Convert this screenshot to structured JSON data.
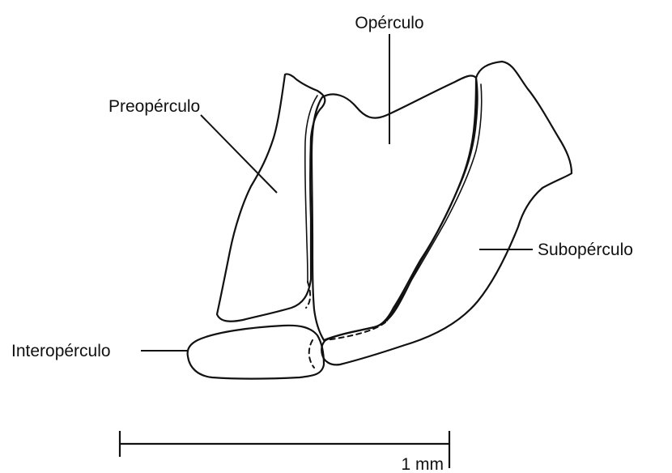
{
  "labels": {
    "operculo": "Opérculo",
    "preoperculo": "Preopérculo",
    "suboperculo": "Subopérculo",
    "interoperculo": "Interopérculo"
  },
  "scale_bar": {
    "label": "1 mm"
  }
}
